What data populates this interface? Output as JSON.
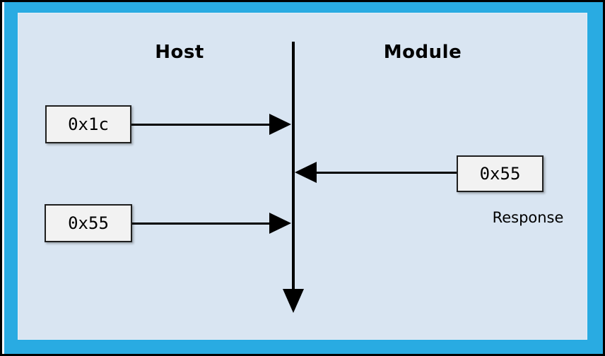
{
  "diagram": {
    "left_label": "Host",
    "right_label": "Module",
    "messages": [
      {
        "value": "0x1c",
        "direction": "host-to-module"
      },
      {
        "value": "0x55",
        "direction": "module-to-host",
        "caption": "Response"
      },
      {
        "value": "0x55",
        "direction": "host-to-module"
      }
    ]
  },
  "colors": {
    "outer_border": "#000000",
    "frame": "#29abe2",
    "background": "#d9e5f2",
    "box_fill": "#f2f2f2",
    "box_border": "#1f1f1f",
    "line": "#000000",
    "text": "#000000"
  }
}
